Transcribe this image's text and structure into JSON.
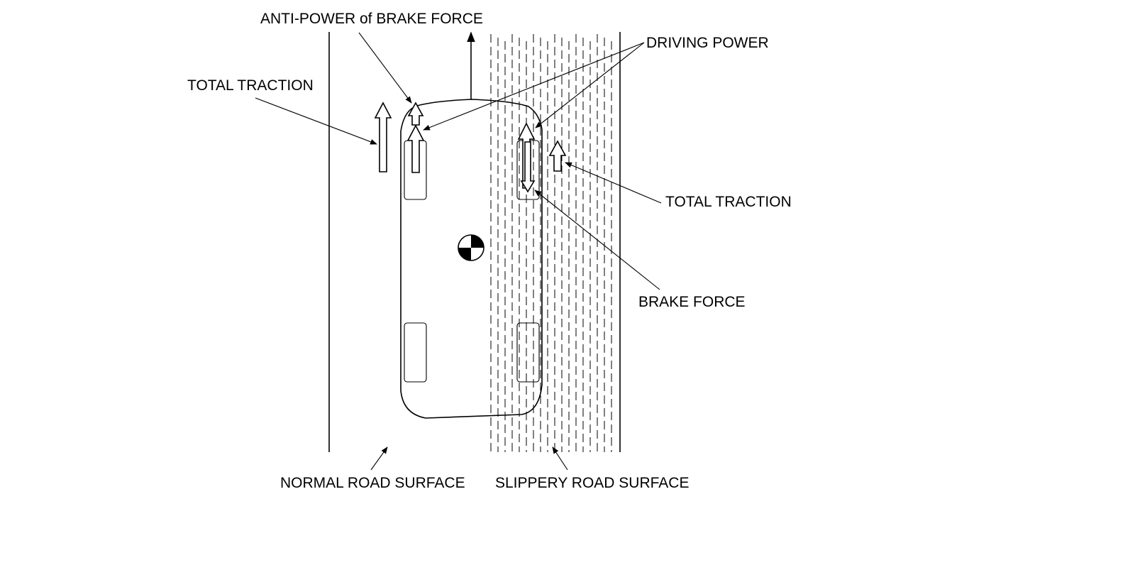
{
  "labels": {
    "anti_power": "ANTI-POWER of BRAKE FORCE",
    "driving_power": "DRIVING POWER",
    "total_traction_left": "TOTAL TRACTION",
    "total_traction_right": "TOTAL TRACTION",
    "brake_force": "BRAKE FORCE",
    "normal_road": "NORMAL ROAD SURFACE",
    "slippery_road": "SLIPPERY ROAD SURFACE"
  },
  "icons": {
    "center_of_gravity": "center-of-gravity-icon"
  },
  "colors": {
    "line": "#000000",
    "background": "#ffffff"
  }
}
